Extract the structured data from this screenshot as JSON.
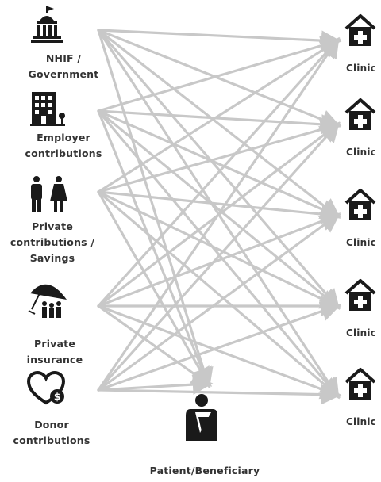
{
  "sources": [
    {
      "label": "NHIF /\nGovernment",
      "icon": "government-building-icon"
    },
    {
      "label": "Employer\ncontributions",
      "icon": "office-building-icon"
    },
    {
      "label": "Private\ncontributions /\nSavings",
      "icon": "man-woman-icon"
    },
    {
      "label": "Private\ninsurance",
      "icon": "umbrella-family-icon"
    },
    {
      "label": "Donor\ncontributions",
      "icon": "heart-dollar-icon"
    }
  ],
  "clinics": [
    {
      "label": "Clinic",
      "icon": "clinic-house-cross-icon"
    },
    {
      "label": "Clinic",
      "icon": "clinic-house-cross-icon"
    },
    {
      "label": "Clinic",
      "icon": "clinic-house-cross-icon"
    },
    {
      "label": "Clinic",
      "icon": "clinic-house-cross-icon"
    },
    {
      "label": "Clinic",
      "icon": "clinic-house-cross-icon"
    }
  ],
  "patient": {
    "label": "Patient/Beneficiary",
    "icon": "patient-sling-icon"
  },
  "colors": {
    "arrow": "#c8c8c8",
    "icon": "#1a1a1a",
    "text": "#333333"
  }
}
